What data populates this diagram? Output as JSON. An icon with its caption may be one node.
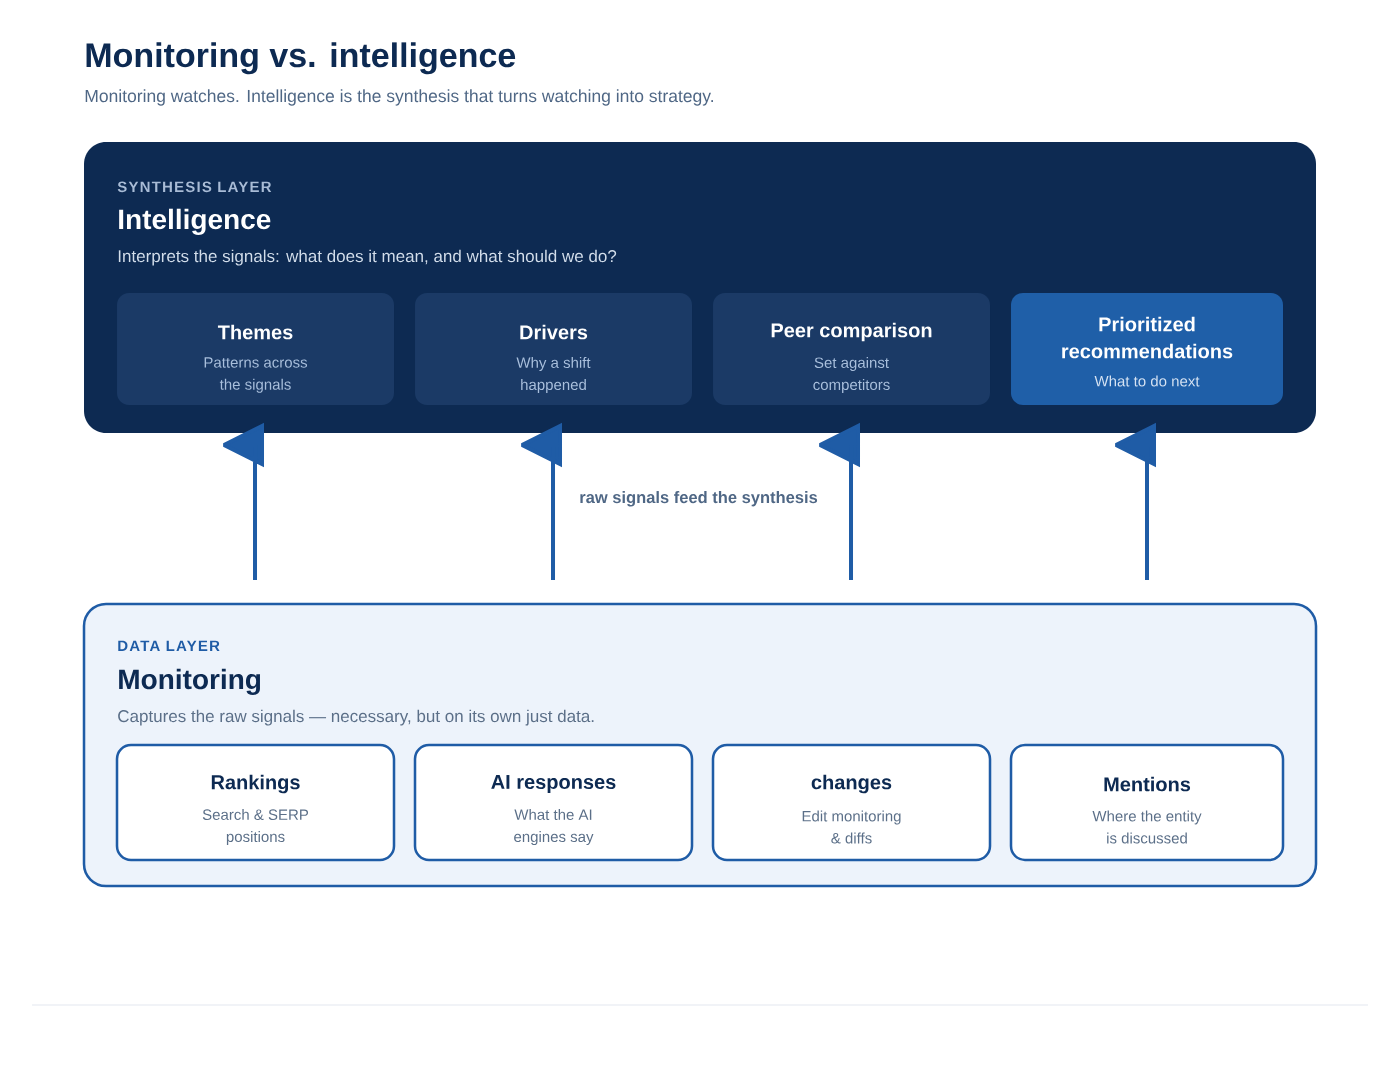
{
  "diagram": {
    "title": "Monitoring vs. intelligence",
    "caption": "Monitoring watches. Intelligence is the synthesis that turns watching into strategy.",
    "nodes": [
      {
        "text": [
          "SYNTHESIS LAYER",
          "Intelligence",
          "Interprets the signals: what does it mean, and what should we do?"
        ]
      },
      {
        "text": [
          "Themes",
          "Patterns across the signals"
        ],
        "in": 0
      },
      {
        "text": [
          "Drivers",
          "Why a shift happened"
        ],
        "in": 0
      },
      {
        "text": [
          "Peer comparison",
          "Set against competitors"
        ],
        "in": 0
      },
      {
        "text": [
          "Prioritized recommendations",
          "What to do next"
        ],
        "in": 0
      },
      {
        "text": [
          "DATA LAYER",
          "Monitoring",
          "Captures the raw signals — necessary, but on its own just data."
        ]
      },
      {
        "text": [
          "Rankings",
          "Search & SERP positions"
        ],
        "in": 5
      },
      {
        "text": [
          "AI responses",
          "What the AI engines say"
        ],
        "in": 5
      },
      {
        "text": [
          "changes",
          "Edit monitoring & diffs"
        ],
        "in": 5
      },
      {
        "text": [
          "Mentions",
          "Where the entity is discussed"
        ],
        "in": 5
      }
    ],
    "edges": [
      {
        "from": 5,
        "to": 0,
        "arrow": "to"
      },
      {
        "from": 5,
        "to": 0,
        "arrow": "to"
      },
      {
        "from": 5,
        "to": 0,
        "arrow": "to"
      },
      {
        "from": 5,
        "to": 0,
        "arrow": "to"
      }
    ],
    "labels": [
      "raw signals feed the synthesis"
    ]
  }
}
